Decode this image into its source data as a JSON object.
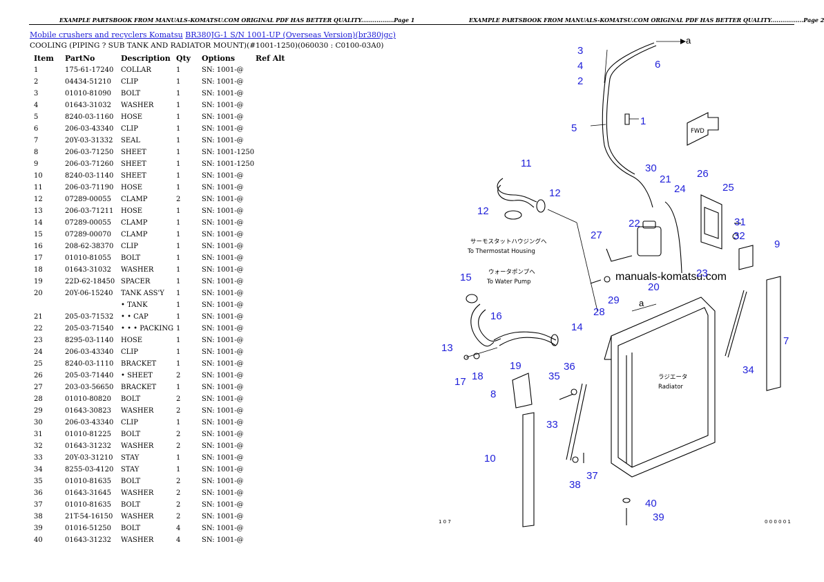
{
  "header": {
    "left": "EXAMPLE PARTSBOOK FROM MANUALS-KOMATSU.COM ORIGINAL PDF HAS BETTER QUALITY.................Page 1",
    "right": "EXAMPLE PARTSBOOK FROM MANUALS-KOMATSU.COM ORIGINAL PDF HAS BETTER QUALITY.................Page 2"
  },
  "breadcrumb": {
    "link1": "Mobile crushers and recyclers Komatsu",
    "link2": "BR380JG-1 S/N 1001-UP (Overseas Version)(br380jgc)"
  },
  "subtitle": "COOLING (PIPING ? SUB TANK AND RADIATOR MOUNT)(#1001-1250)(060030 : C0100-03A0)",
  "table": {
    "headers": [
      "Item",
      "PartNo",
      "Description",
      "Qty",
      "Options",
      "Ref Alt"
    ],
    "rows": [
      [
        "1",
        "175-61-17240",
        "COLLAR",
        "1",
        "SN: 1001-@",
        ""
      ],
      [
        "2",
        "04434-51210",
        "CLIP",
        "1",
        "SN: 1001-@",
        ""
      ],
      [
        "3",
        "01010-81090",
        "BOLT",
        "1",
        "SN: 1001-@",
        ""
      ],
      [
        "4",
        "01643-31032",
        "WASHER",
        "1",
        "SN: 1001-@",
        ""
      ],
      [
        "5",
        "8240-03-1160",
        "HOSE",
        "1",
        "SN: 1001-@",
        ""
      ],
      [
        "6",
        "206-03-43340",
        "CLIP",
        "1",
        "SN: 1001-@",
        ""
      ],
      [
        "7",
        "20Y-03-31332",
        "SEAL",
        "1",
        "SN: 1001-@",
        ""
      ],
      [
        "8",
        "206-03-71250",
        "SHEET",
        "1",
        "SN: 1001-1250",
        ""
      ],
      [
        "9",
        "206-03-71260",
        "SHEET",
        "1",
        "SN: 1001-1250",
        ""
      ],
      [
        "10",
        "8240-03-1140",
        "SHEET",
        "1",
        "SN: 1001-@",
        ""
      ],
      [
        "11",
        "206-03-71190",
        "HOSE",
        "1",
        "SN: 1001-@",
        ""
      ],
      [
        "12",
        "07289-00055",
        "CLAMP",
        "2",
        "SN: 1001-@",
        ""
      ],
      [
        "13",
        "206-03-71211",
        "HOSE",
        "1",
        "SN: 1001-@",
        ""
      ],
      [
        "14",
        "07289-00055",
        "CLAMP",
        "1",
        "SN: 1001-@",
        ""
      ],
      [
        "15",
        "07289-00070",
        "CLAMP",
        "1",
        "SN: 1001-@",
        ""
      ],
      [
        "16",
        "208-62-38370",
        "CLIP",
        "1",
        "SN: 1001-@",
        ""
      ],
      [
        "17",
        "01010-81055",
        "BOLT",
        "1",
        "SN: 1001-@",
        ""
      ],
      [
        "18",
        "01643-31032",
        "WASHER",
        "1",
        "SN: 1001-@",
        ""
      ],
      [
        "19",
        "22D-62-18450",
        "SPACER",
        "1",
        "SN: 1001-@",
        ""
      ],
      [
        "20",
        "20Y-06-15240",
        "TANK ASS'Y",
        "1",
        "SN: 1001-@",
        ""
      ],
      [
        "",
        "",
        "• TANK",
        "1",
        "SN: 1001-@",
        ""
      ],
      [
        "21",
        "205-03-71532",
        "• • CAP",
        "1",
        "SN: 1001-@",
        ""
      ],
      [
        "22",
        "205-03-71540",
        "• • • PACKING",
        "1",
        "SN: 1001-@",
        ""
      ],
      [
        "23",
        "8295-03-1140",
        "HOSE",
        "1",
        "SN: 1001-@",
        ""
      ],
      [
        "24",
        "206-03-43340",
        "CLIP",
        "1",
        "SN: 1001-@",
        ""
      ],
      [
        "25",
        "8240-03-1110",
        "BRACKET",
        "1",
        "SN: 1001-@",
        ""
      ],
      [
        "26",
        "205-03-71440",
        "• SHEET",
        "2",
        "SN: 1001-@",
        ""
      ],
      [
        "27",
        "203-03-56650",
        "BRACKET",
        "1",
        "SN: 1001-@",
        ""
      ],
      [
        "28",
        "01010-80820",
        "BOLT",
        "2",
        "SN: 1001-@",
        ""
      ],
      [
        "29",
        "01643-30823",
        "WASHER",
        "2",
        "SN: 1001-@",
        ""
      ],
      [
        "30",
        "206-03-43340",
        "CLIP",
        "1",
        "SN: 1001-@",
        ""
      ],
      [
        "31",
        "01010-81225",
        "BOLT",
        "2",
        "SN: 1001-@",
        ""
      ],
      [
        "32",
        "01643-31232",
        "WASHER",
        "2",
        "SN: 1001-@",
        ""
      ],
      [
        "33",
        "20Y-03-31210",
        "STAY",
        "1",
        "SN: 1001-@",
        ""
      ],
      [
        "34",
        "8255-03-4120",
        "STAY",
        "1",
        "SN: 1001-@",
        ""
      ],
      [
        "35",
        "01010-81635",
        "BOLT",
        "2",
        "SN: 1001-@",
        ""
      ],
      [
        "36",
        "01643-31645",
        "WASHER",
        "2",
        "SN: 1001-@",
        ""
      ],
      [
        "37",
        "01010-81635",
        "BOLT",
        "2",
        "SN: 1001-@",
        ""
      ],
      [
        "38",
        "21T-54-16150",
        "WASHER",
        "2",
        "SN: 1001-@",
        ""
      ],
      [
        "39",
        "01016-51250",
        "BOLT",
        "4",
        "SN: 1001-@",
        ""
      ],
      [
        "40",
        "01643-31232",
        "WASHER",
        "4",
        "SN: 1001-@",
        ""
      ]
    ]
  },
  "diagram": {
    "watermark": "manuals-komatsu.com",
    "callouts": [
      "1",
      "2",
      "3",
      "4",
      "5",
      "6",
      "7",
      "8",
      "9",
      "10",
      "11",
      "12",
      "12",
      "13",
      "14",
      "15",
      "16",
      "17",
      "18",
      "19",
      "20",
      "21",
      "22",
      "23",
      "24",
      "25",
      "26",
      "27",
      "28",
      "29",
      "30",
      "31",
      "32",
      "33",
      "34",
      "35",
      "36",
      "37",
      "38",
      "39",
      "40"
    ],
    "arrow_a": "a",
    "fwd_label": "FWD",
    "thermostat_jp": "サーモスタットハウジングへ",
    "thermostat_en": "To Thermostat Housing",
    "waterpump_jp": "ウォータポンプへ",
    "waterpump_en": "To Water Pump",
    "radiator_jp": "ラジエータ",
    "radiator_en": "Radiator",
    "corner_left": "1 0 7",
    "corner_right": "0 0 0 0 0 1"
  }
}
